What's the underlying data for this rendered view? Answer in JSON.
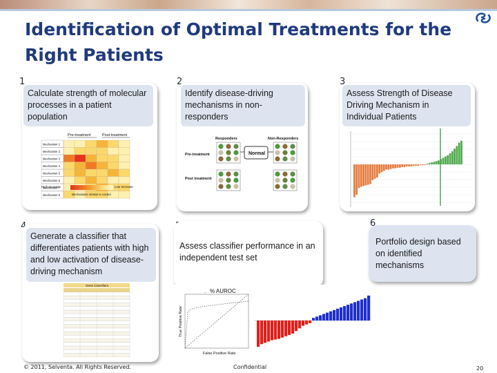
{
  "slide": {
    "title_line1": "Identification of Optimal Treatments for the",
    "title_line2": "Right Patients",
    "brand_color": "#203a7c"
  },
  "steps": [
    {
      "number": "1",
      "text": "Calculate strength of molecular processes in a patient population"
    },
    {
      "number": "2",
      "text": "Identify disease-driving mechanisms in non-responders"
    },
    {
      "number": "3",
      "text": "Assess Strength of Disease Driving Mechanism in Individual Patients"
    },
    {
      "number": "4",
      "text": "Generate a classifier that differentiates patients with high and low activation of disease-driving mechanism"
    },
    {
      "number": "5",
      "text": "Assess classifier performance in an independent test set"
    },
    {
      "number": "6",
      "text": "Portfolio design based on identified mechanisms"
    }
  ],
  "heatmap": {
    "header_left": "Pre-treatment",
    "header_right": "Post-treatment",
    "rows": [
      "Mechanism 1",
      "Mechanism 2",
      "Mechanism 3",
      "Mechanism 4",
      "Mechanism 5",
      "Mechanism 6",
      "Mechanism 7",
      "Mechanism 8"
    ],
    "legend_high": "High Increase",
    "legend_mid": "Mechanisms relative to control",
    "legend_low": "Low Increase"
  },
  "diagram2": {
    "responders": "Responders",
    "non_responders": "Non-Responders",
    "pre_treatment": "Pre-treatment",
    "post_treatment": "Post treatment",
    "normal": "Normal"
  },
  "classifier_table": {
    "title": "Gene Classifiers"
  },
  "roc": {
    "auroc_label": "% AUROC",
    "ylabel": "True Positive Rate",
    "xlabel": "False Positive Rate"
  },
  "footer": {
    "copyright": "© 2011, Selventa. All Rights Reserved.",
    "confidential": "Confidential",
    "page": "20"
  },
  "colors": {
    "label_bg": "#dde4f0",
    "accent_red": "#e0201a",
    "accent_blue": "#1f2fd0",
    "accent_green": "#4ca84a",
    "accent_orange": "#e57a3c"
  }
}
